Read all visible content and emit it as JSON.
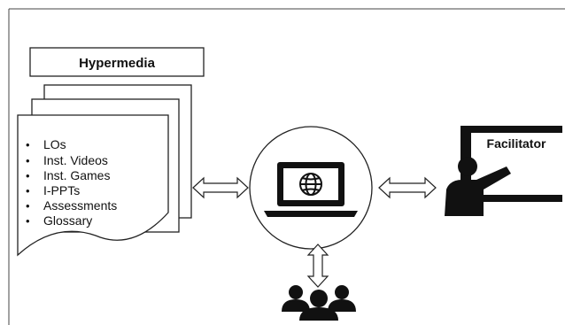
{
  "hypermedia": {
    "title": "Hypermedia",
    "items": [
      "LOs",
      "Inst. Videos",
      "Inst. Games",
      "I-PPTs",
      "Assessments",
      "Glossary"
    ]
  },
  "facilitator": {
    "label": "Facilitator"
  },
  "icons": {
    "center": "laptop-globe-icon",
    "learners": "learners-group-icon",
    "facilitator": "presenter-board-icon"
  }
}
